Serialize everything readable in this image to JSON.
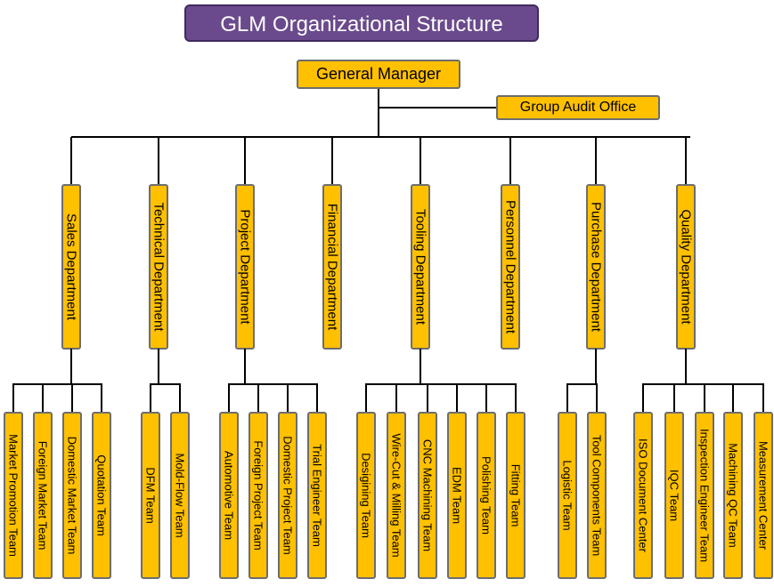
{
  "title": "GLM Organizational Structure",
  "top": {
    "manager": "General Manager",
    "audit": "Group Audit Office"
  },
  "departments": [
    {
      "name": "Sales Department",
      "teams": [
        "Market Promotion Team",
        "Foreign Market Team",
        "Domestic Market Team",
        "Quotation Team"
      ]
    },
    {
      "name": "Technical Department",
      "teams": [
        "DFM Team",
        "Mold-Flow Team"
      ]
    },
    {
      "name": "Project Department",
      "teams": [
        "Automotive Team",
        "Foreign Project Team",
        "Domestic Project Team",
        "Trial Engineer Team"
      ]
    },
    {
      "name": "Financial Department",
      "teams": []
    },
    {
      "name": "Tooling Department",
      "teams": [
        "Desigining Team",
        "Wire-Cut & Milling Team",
        "CNC Machining Team",
        "EDM Team",
        "Polishing Team",
        "Fitting Team"
      ]
    },
    {
      "name": "Personnel Department",
      "teams": []
    },
    {
      "name": "Purchase Department",
      "teams": [
        "Logistic Team",
        "Tool Components Team"
      ]
    },
    {
      "name": "Quality Department",
      "teams": [
        "ISO Document Center",
        "IQC Team",
        "Inspection Engineer Team",
        "Machining QC Team",
        "Measurement Center"
      ]
    }
  ],
  "colors": {
    "box_fill": "#ffc000",
    "box_border": "#6d6d6d",
    "title_fill": "#6a4a8c",
    "title_text": "#ffffff",
    "connector": "#000000"
  }
}
